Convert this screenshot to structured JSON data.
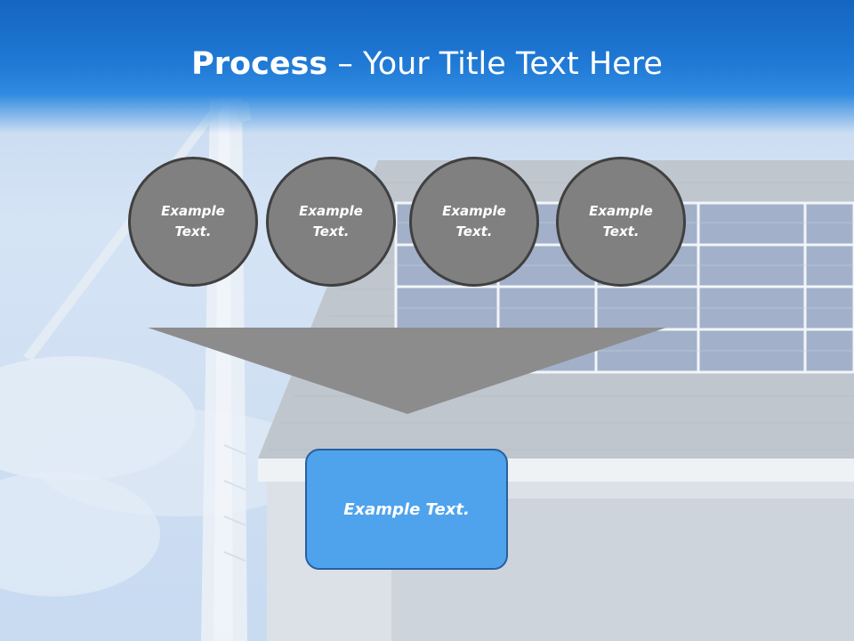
{
  "title": {
    "bold": "Process",
    "rest": " – Your Title Text Here"
  },
  "steps": [
    {
      "line1": "Example",
      "line2": "Text."
    },
    {
      "line1": "Example",
      "line2": "Text."
    },
    {
      "line1": "Example",
      "line2": "Text."
    },
    {
      "line1": "Example",
      "line2": "Text."
    }
  ],
  "result": {
    "label": "Example Text."
  },
  "colors": {
    "title_bar": "#1e78d4",
    "circle_fill": "#808080",
    "circle_border": "#404040",
    "funnel": "#8c8c8c",
    "result_fill": "#4fa3ec",
    "result_border": "#2a5f9e"
  }
}
